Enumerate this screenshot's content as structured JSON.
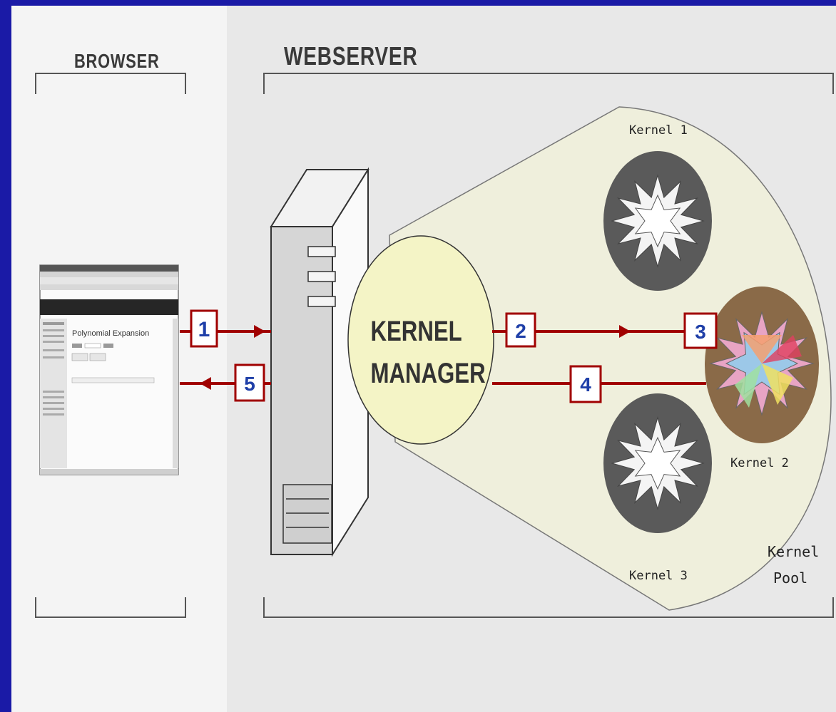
{
  "sections": {
    "browser_label": "BROWSER",
    "webserver_label": "WEBSERVER"
  },
  "browser_window": {
    "heading": "Polynomial Expansion"
  },
  "kernel_manager": {
    "line1": "KERNEL",
    "line2": "MANAGER"
  },
  "kernels": {
    "k1": "Kernel 1",
    "k2": "Kernel 2",
    "k3": "Kernel 3"
  },
  "pool": {
    "line1": "Kernel",
    "line2": "Pool"
  },
  "steps": [
    "1",
    "2",
    "3",
    "4",
    "5"
  ],
  "colors": {
    "background": "#1a1aa6",
    "arrow": "#a00000",
    "step_number": "#1f3fa8",
    "pool_fill": "#efefdc",
    "manager_fill": "#f4f4c6",
    "idle_kernel": "#5a5a5a",
    "active_kernel": "#8a6a48"
  }
}
